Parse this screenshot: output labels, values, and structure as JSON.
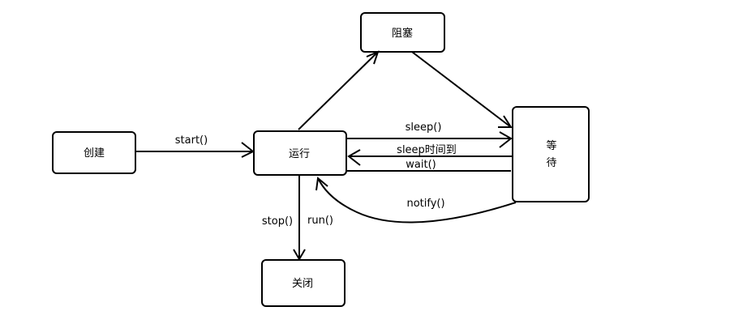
{
  "nodes": {
    "create": "创建",
    "run": "运行",
    "block": "阻塞",
    "wait_top": "等",
    "wait_bottom": "待",
    "close": "关闭"
  },
  "edges": {
    "start": "start()",
    "sleep": "sleep()",
    "sleep_timeout": "sleep时间到",
    "wait": "wait()",
    "notify": "notify()",
    "stop": "stop()",
    "run": "run()"
  },
  "colors": {
    "stroke": "#000000",
    "background": "#ffffff"
  }
}
